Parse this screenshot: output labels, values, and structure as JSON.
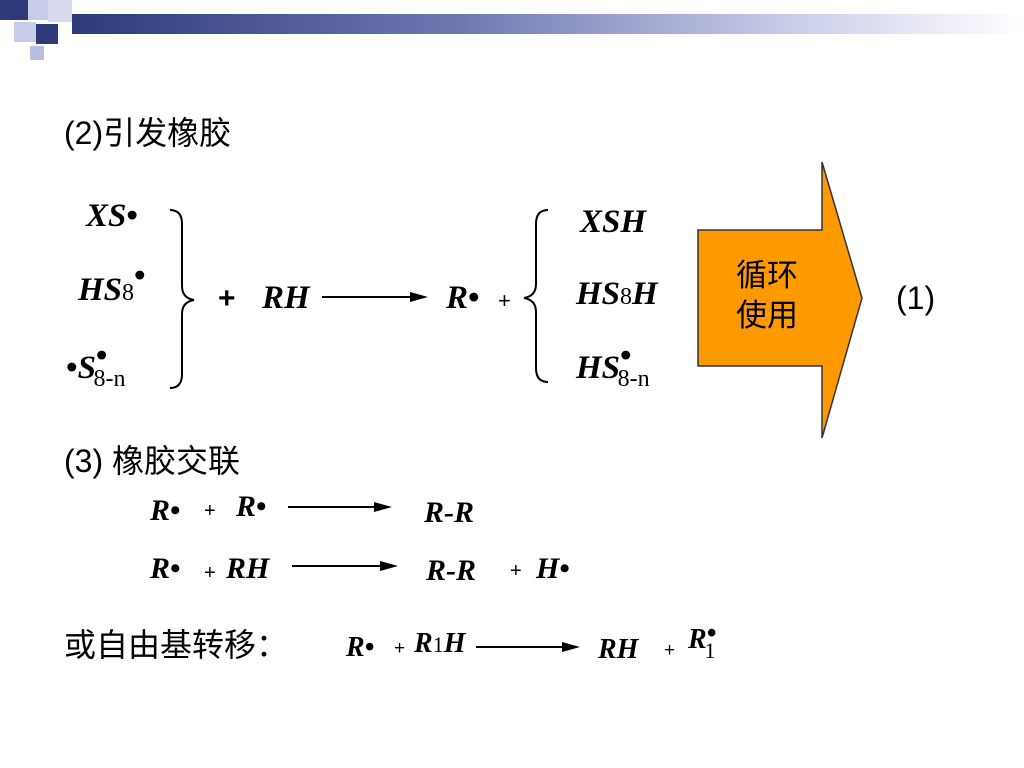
{
  "colors": {
    "arrow_fill": "#FF9900",
    "arrow_stroke": "#333333",
    "deco_navy": "#2E3A7A",
    "deco_lavender": "#B8BEE0"
  },
  "headings": {
    "initiation": "(2)引发橡胶",
    "crosslink": "(3) 橡胶交联",
    "transfer": "或自由基转移："
  },
  "loop_arrow": {
    "line1": "循环",
    "line2": "使用"
  },
  "ref_label": "(1)",
  "dot": "•",
  "plus": "+",
  "initiation": {
    "left_species": [
      {
        "main": "XS",
        "sub": ""
      },
      {
        "main": "HS",
        "sub": "8"
      },
      {
        "main": "S",
        "sub": "8-n"
      }
    ],
    "reactant": "RH",
    "product": "R",
    "right_species": [
      {
        "main": "XSH",
        "sub": ""
      },
      {
        "main": "HS",
        "sub": "8",
        "tail": "H"
      },
      {
        "main": "HS",
        "sub": "8-n"
      }
    ]
  },
  "crosslink": {
    "eq1": {
      "r1": "R",
      "r2": "R",
      "product": "R-R"
    },
    "eq2": {
      "r1": "R",
      "r2": "RH",
      "product": "R-R",
      "product2": "H"
    }
  },
  "transfer": {
    "r1": "R",
    "r2_main": "R",
    "r2_sub": "1",
    "r2_tail": "H",
    "product": "RH",
    "product2_main": "R",
    "product2_sub": "1"
  }
}
